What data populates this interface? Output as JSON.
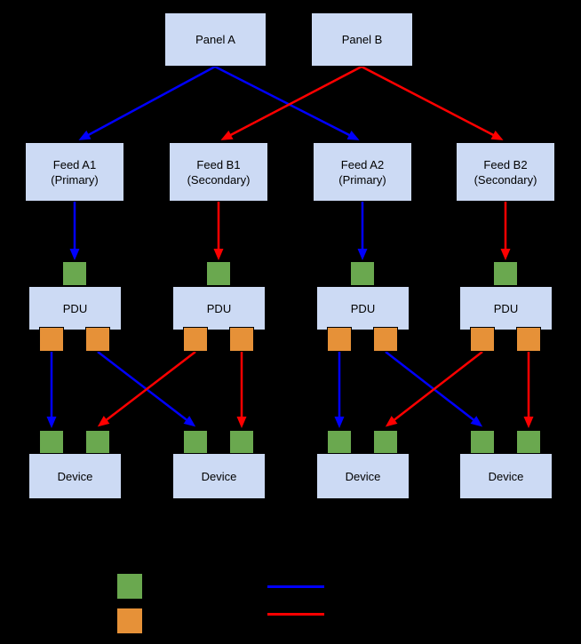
{
  "nodes": {
    "panels": [
      {
        "label": "Panel A"
      },
      {
        "label": "Panel B"
      }
    ],
    "feeds": [
      {
        "line1": "Feed A1",
        "line2": "(Primary)"
      },
      {
        "line1": "Feed B1",
        "line2": "(Secondary)"
      },
      {
        "line1": "Feed A2",
        "line2": "(Primary)"
      },
      {
        "line1": "Feed B2",
        "line2": "(Secondary)"
      }
    ],
    "pdus": [
      {
        "label": "PDU"
      },
      {
        "label": "PDU"
      },
      {
        "label": "PDU"
      },
      {
        "label": "PDU"
      }
    ],
    "devices": [
      {
        "label": "Device"
      },
      {
        "label": "Device"
      },
      {
        "label": "Device"
      },
      {
        "label": "Device"
      }
    ]
  },
  "colors": {
    "background": "#000000",
    "node_fill": "#ccdaf4",
    "node_border": "#000000",
    "input_port": "#6aa84f",
    "output_port": "#e69138",
    "primary_path": "#0000ff",
    "secondary_path": "#ff0000"
  },
  "legend": {
    "input_swatch_color": "#6aa84f",
    "output_swatch_color": "#e69138",
    "primary_line_color": "#0000ff",
    "secondary_line_color": "#ff0000"
  }
}
